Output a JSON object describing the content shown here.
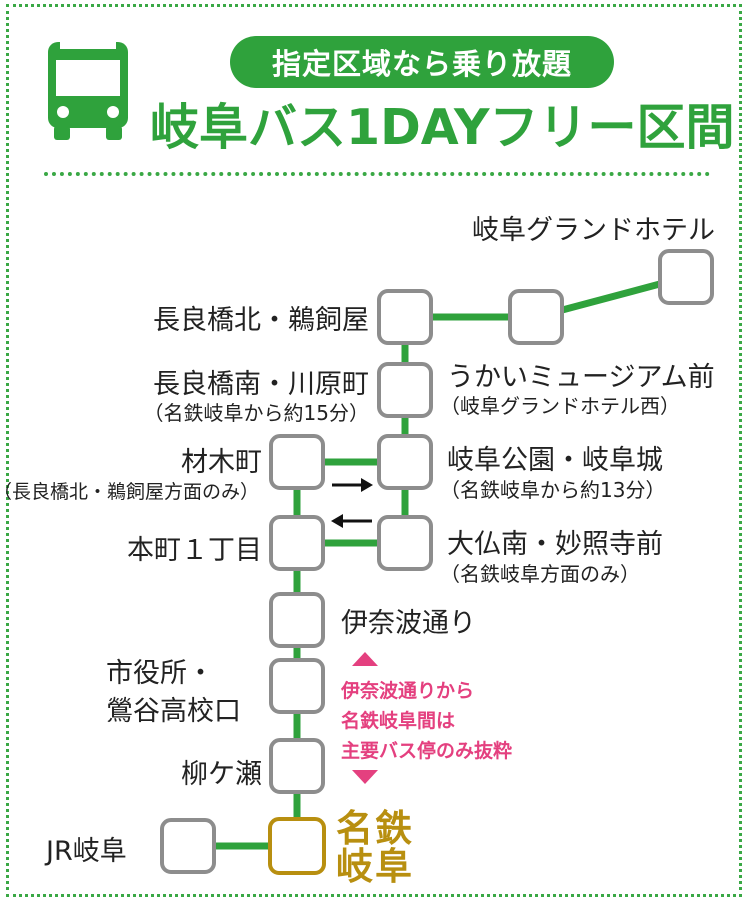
{
  "header": {
    "pill_text": "指定区域なら乗り放題",
    "title": "岐阜バス1DAYフリー区間"
  },
  "colors": {
    "green": "#2fa23c",
    "stop_border": "#8d8d8d",
    "terminal_border": "#b88f10",
    "pink_note": "#e4407f",
    "arrow": "#111111"
  },
  "icons": {
    "bus": "bus-icon",
    "arrow_right": "arrow-right-icon",
    "arrow_left": "arrow-left-icon",
    "triangle_up": "triangle-up-icon",
    "triangle_down": "triangle-down-icon"
  },
  "stops": {
    "grand_hotel": "岐阜グランドホテル",
    "nagarabashi_kita": "長良橋北・鵜飼屋",
    "nagarabashi_minami": "長良橋南・川原町",
    "nagarabashi_minami_note": "（名鉄岐阜から約15分）",
    "ukai_museum": "うかいミュージアム前",
    "ukai_museum_note": "（岐阜グランドホテル西）",
    "zaimokucho": "材木町",
    "zaimokucho_note": "（長良橋北・鵜飼屋方面のみ）",
    "gifu_koen": "岐阜公園・岐阜城",
    "gifu_koen_note": "（名鉄岐阜から約13分）",
    "honmachi": "本町１丁目",
    "daibutsu": "大仏南・妙照寺前",
    "daibutsu_note": "（名鉄岐阜方面のみ）",
    "inaba_dori": "伊奈波通り",
    "shiyakusho_1": "市役所・",
    "shiyakusho_2": "鶯谷高校口",
    "yanagase": "柳ケ瀬",
    "jr_gifu": "JR岐阜",
    "meitetsu_1": "名鉄",
    "meitetsu_2": "岐阜"
  },
  "note": {
    "line1": "伊奈波通りから",
    "line2": "名鉄岐阜間は",
    "line3": "主要バス停のみ抜粋"
  }
}
